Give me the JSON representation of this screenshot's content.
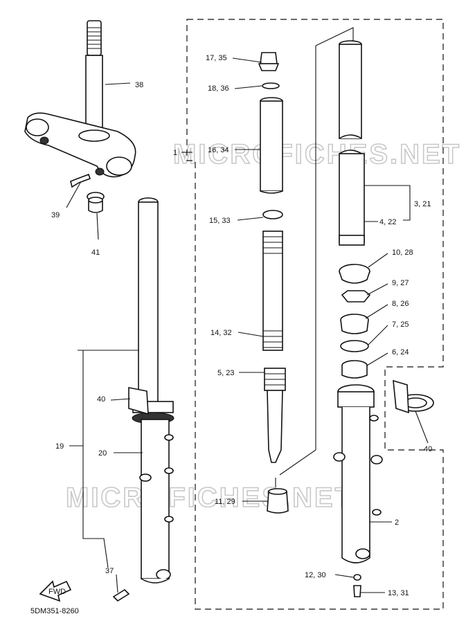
{
  "diagram": {
    "code": "5DM351-8260",
    "watermark": "MICROFICHES.NET",
    "fwd_label": "FWD",
    "callouts": {
      "c1": "1",
      "c2": "2",
      "c3_21": "3, 21",
      "c4_22": "4, 22",
      "c5_23": "5, 23",
      "c6_24": "6, 24",
      "c7_25": "7, 25",
      "c8_26": "8, 26",
      "c9_27": "9, 27",
      "c10_28": "10, 28",
      "c11_29": "11, 29",
      "c12_30": "12, 30",
      "c13_31": "13, 31",
      "c14_32": "14, 32",
      "c15_33": "15, 33",
      "c16_34": "16, 34",
      "c17_35": "17, 35",
      "c18_36": "18, 36",
      "c19": "19",
      "c20": "20",
      "c37": "37",
      "c38": "38",
      "c39": "39",
      "c40a": "40",
      "c40b": "40",
      "c41": "41"
    }
  }
}
